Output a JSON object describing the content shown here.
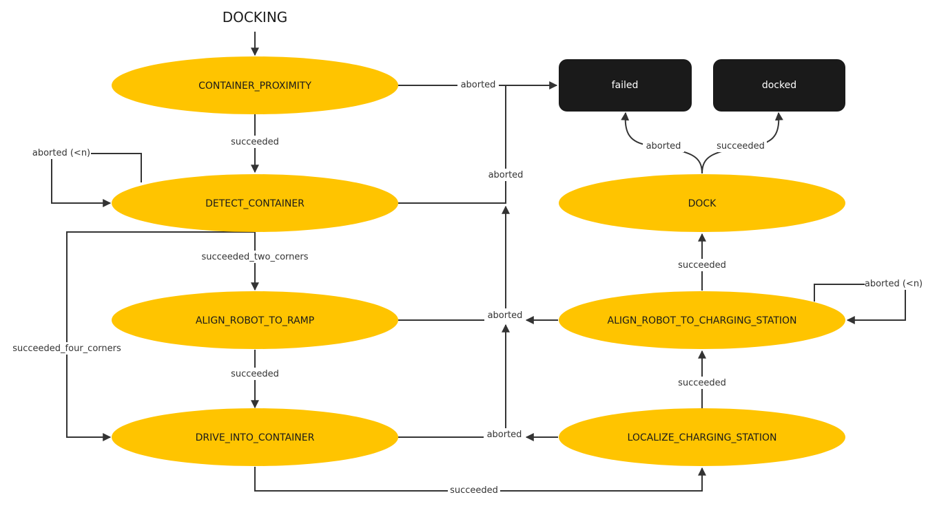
{
  "title": "DOCKING",
  "colors": {
    "state_fill": "#FFC400",
    "final_fill": "#1A1A1A",
    "edge": "#333333",
    "final_text": "#FFFFFF"
  },
  "states": {
    "container_proximity": "CONTAINER_PROXIMITY",
    "detect_container": "DETECT_CONTAINER",
    "align_robot_to_ramp": "ALIGN_ROBOT_TO_RAMP",
    "drive_into_container": "DRIVE_INTO_CONTAINER",
    "dock": "DOCK",
    "align_robot_to_charging_station": "ALIGN_ROBOT_TO_CHARGING_STATION",
    "localize_charging_station": "LOCALIZE_CHARGING_STATION"
  },
  "final_states": {
    "failed": "failed",
    "docked": "docked"
  },
  "edge_labels": {
    "cp_aborted": "aborted",
    "cp_succeeded": "succeeded",
    "dc_retry": "aborted (<n)",
    "dc_aborted": "aborted",
    "dc_two_corners": "succeeded_two_corners",
    "dc_four_corners": "succeeded_four_corners",
    "ramp_aborted": "aborted",
    "ramp_succeeded": "succeeded",
    "drive_aborted": "aborted",
    "drive_succeeded": "succeeded",
    "dock_aborted": "aborted",
    "dock_succeeded": "succeeded",
    "acs_succeeded": "succeeded",
    "acs_retry": "aborted (<n)",
    "lcs_succeeded": "succeeded"
  }
}
